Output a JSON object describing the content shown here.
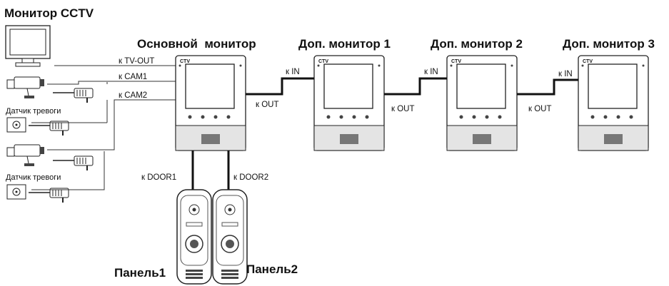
{
  "labels": {
    "cctv_monitor": "Монитор CCTV",
    "main_monitor": "Основной  монитор",
    "extra_monitor_1": "Доп. монитор 1",
    "extra_monitor_2": "Доп. монитор 2",
    "extra_monitor_3": "Доп. монитор 3",
    "panel_1": "Панель1",
    "panel_2": "Панель2",
    "alarm_sensor_1": "Датчик тревоги",
    "alarm_sensor_2": "Датчик тревоги"
  },
  "connections": {
    "tv_out": "к TV-OUT",
    "cam1": "к CAM1",
    "cam2": "к CAM2",
    "door1": "к DOOR1",
    "door2": "к DOOR2",
    "out_main": "к OUT",
    "in_m1": "к IN",
    "out_m1": "к OUT",
    "in_m2": "к IN",
    "out_m2": "к OUT",
    "in_m3": "к IN"
  },
  "brand": "CTV"
}
